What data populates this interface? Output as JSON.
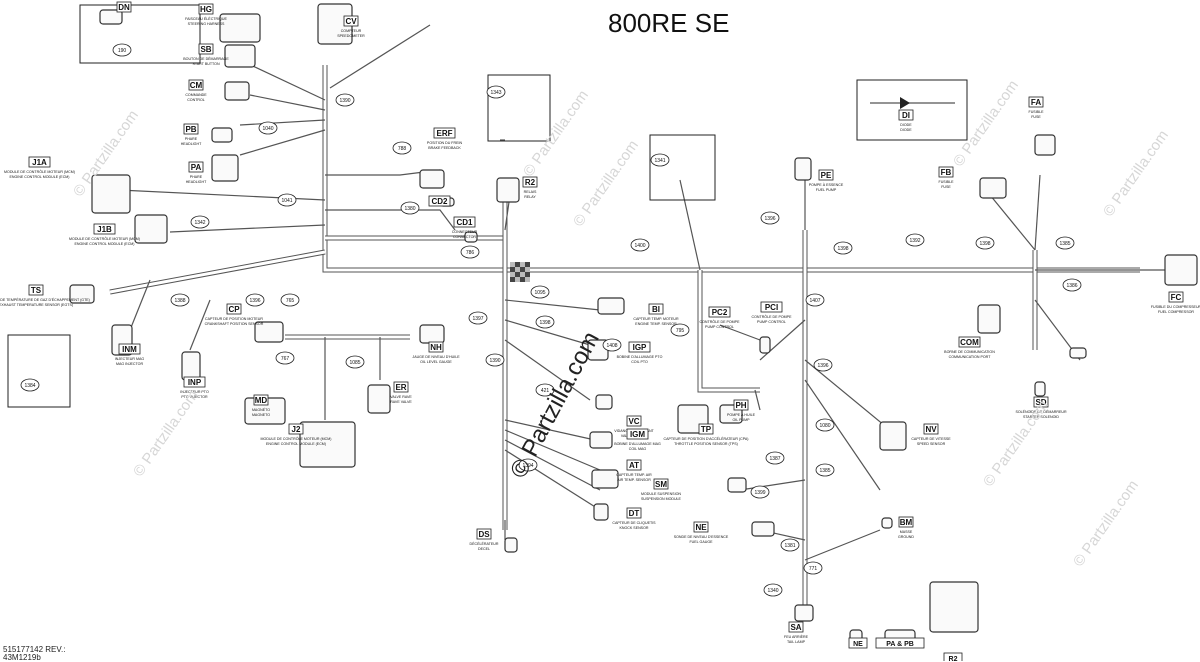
{
  "title": "800RE SE",
  "footer": {
    "line1": "515177142 REV.:",
    "line2": "43M1219b"
  },
  "watermark": {
    "text": "© Partzilla.com",
    "center_text": "© Partzilla.com"
  },
  "colors": {
    "line": "#222222",
    "harness": "#555555",
    "connector": "#333333",
    "watermark": "#d6d6d6",
    "ref_bubble": "#ffffff"
  },
  "components": [
    {
      "code": "DN",
      "description": ""
    },
    {
      "code": "HG",
      "description": "FAISCEAU ÉLÉCTRIQUE / STEERING HARNESS"
    },
    {
      "code": "CV",
      "description": "COMPTEUR / SPEEDOMETER"
    },
    {
      "code": "SB",
      "description": "BOUTON DE DÉMARRAGE / START BUTTON"
    },
    {
      "code": "CM",
      "description": "COMMANDE / CONTROL"
    },
    {
      "code": "PB",
      "description": "PHARE / HEADLIGHT"
    },
    {
      "code": "PA",
      "description": "PHARE / HEADLIGHT"
    },
    {
      "code": "J1A",
      "description": "MODULE DE CONTRÔLE MOTEUR (MCM) / ENGINE CONTROL MODULE (ECM)"
    },
    {
      "code": "J1B",
      "description": "MODULE DE CONTRÔLE MOTEUR (MCM) / ENGINE CONTROL MODULE (ECM)"
    },
    {
      "code": "ERF",
      "description": "POSITION DU FREIN / BRAKE FEEDBACK"
    },
    {
      "code": "CD2",
      "description": ""
    },
    {
      "code": "CD1",
      "description": "CONNECTEUR / CONNECTOR"
    },
    {
      "code": "R2",
      "description": "RELAIS / RELAY"
    },
    {
      "code": "TS",
      "description": "CAPTEUR DE TEMPÉRATURE DE GAZ D'ÉCHAPPEMENT (GTE) / EXHAUST TEMPERATURE SENSOR (EGTS)"
    },
    {
      "code": "INM",
      "description": "INJECTEUR MAG / MAG INJECTOR"
    },
    {
      "code": "INP",
      "description": "INJECTEUR PTO / PTO INJECTOR"
    },
    {
      "code": "CP",
      "description": "CAPTEUR DE POSITION MOTEUR / CRANKSHAFT POSITION SENSOR"
    },
    {
      "code": "MD",
      "description": "MAGNÉTO / MAGNETO"
    },
    {
      "code": "J2",
      "description": "MODULE DE CONTRÔLE MOTEUR (MCM) / ENGINE CONTROL MODULE (ECM)"
    },
    {
      "code": "NH",
      "description": "JAUGE DE NIVEAU D'HUILE / OIL LEVEL GAUGE"
    },
    {
      "code": "ER",
      "description": "VALVE RAVE / RAVE VALVE"
    },
    {
      "code": "BI",
      "description": "CAPTEUR TEMP. MOTEUR / ENGINE TEMP. SENSOR"
    },
    {
      "code": "IGP",
      "description": "BOBINE D'ALLUMAGE PTO / COIL PTO"
    },
    {
      "code": "VC",
      "description": "VIDANGE CARBURANT / VALVE OUTLET"
    },
    {
      "code": "IGM",
      "description": "BOBINE D'ALLUMAGE MAG / COIL MAG"
    },
    {
      "code": "AT",
      "description": "CAPTEUR TEMP. AIR / AIR TEMP. SENSOR"
    },
    {
      "code": "DT",
      "description": "CAPTEUR DE CLIQUETIS / KNOCK SENSOR"
    },
    {
      "code": "DS",
      "description": "DÉCÉLÉRATEUR / DECEL"
    },
    {
      "code": "PC2",
      "description": "CONTRÔLE DE POMPE / PUMP CONTROL"
    },
    {
      "code": "PCI",
      "description": "CONTRÔLE DE POMPE / PUMP CONTROL"
    },
    {
      "code": "PE",
      "description": "POMPE À ESSENCE / FUEL PUMP"
    },
    {
      "code": "PH",
      "description": "POMPE À HUILE / OIL PUMP"
    },
    {
      "code": "TP",
      "description": "CAPTEUR DE POSITION D'ACCÉLÉRATEUR (CPA) / THROTTLE POSITION SENSOR (TPS)"
    },
    {
      "code": "SM",
      "description": "MODULE SUSPENSION / SUSPENSION MODULE"
    },
    {
      "code": "NE",
      "description": "SONDE DE NIVEAU D'ESSENCE / FUEL GAUGE"
    },
    {
      "code": "BM",
      "description": "MASSE / GROUND"
    },
    {
      "code": "NV",
      "description": "CAPTEUR DE VITESSE / SPEED SENSOR"
    },
    {
      "code": "SA",
      "description": "FEU ARRIÈRE / TAIL LAMP"
    },
    {
      "code": "DI",
      "description": "DIODE / DIODE"
    },
    {
      "code": "FA",
      "description": "FUSIBLE / FUSE"
    },
    {
      "code": "FB",
      "description": "FUSIBLE / FUSE"
    },
    {
      "code": "FC",
      "description": "FUSIBLE DU COMPRESSEUR / FUEL COMPRESSOR"
    },
    {
      "code": "COM",
      "description": "BORNE DE COMMUNICATION / COMMUNICATION PORT"
    },
    {
      "code": "SD",
      "description": "SOLÉNOÏDE DE DÉMARREUR / STARTER SOLENOID"
    }
  ],
  "refs": [
    "190",
    "1390",
    "1040",
    "788",
    "1041",
    "1342",
    "1343",
    "1341",
    "1380",
    "1388",
    "1400",
    "1392",
    "765",
    "1384",
    "767",
    "1085",
    "1390",
    "1397",
    "1398",
    "795",
    "1394",
    "1407",
    "1396",
    "1398",
    "1385",
    "1386",
    "1080",
    "1396",
    "1387",
    "1399",
    "1381",
    "771",
    "1340",
    "1095",
    "1396",
    "786",
    "421",
    "1408",
    "1385",
    "1398"
  ],
  "legend_codes": [
    "NE",
    "PA & PB",
    "R2"
  ]
}
